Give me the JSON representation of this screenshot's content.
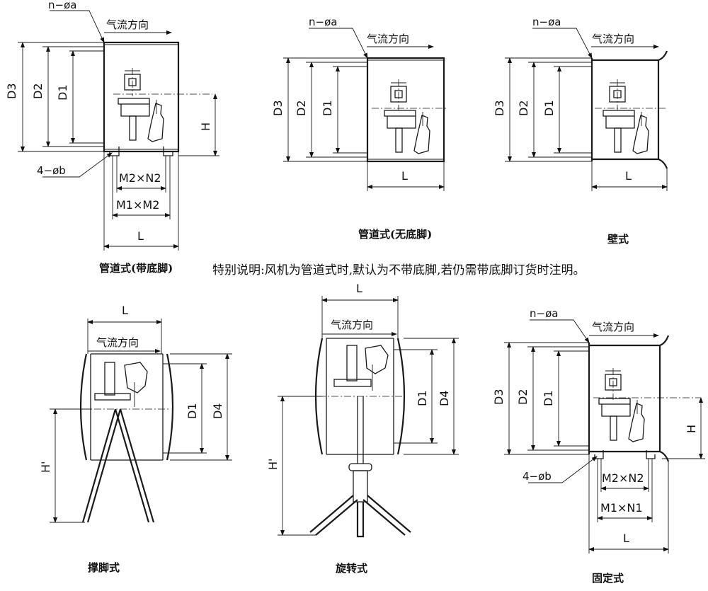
{
  "labels": {
    "hole_n": "n−øa",
    "hole_4": "4−øb",
    "airflow": "气流方向",
    "D1": "D1",
    "D2": "D2",
    "D3": "D3",
    "D4": "D4",
    "H": "H",
    "Hp": "H'",
    "L": "L",
    "M2N2": "M2×N2",
    "M1M2": "M1×M2",
    "M1N1": "M1×N1"
  },
  "captions": {
    "duct_with_feet": "管道式(带底脚)",
    "duct_no_feet": "管道式(无底脚)",
    "wall": "壁式",
    "stand": "撑脚式",
    "rotary": "旋转式",
    "fixed": "固定式"
  },
  "note": "特别说明:风机为管道式时,默认为不带底脚,若仍需带底脚订货时注明。"
}
